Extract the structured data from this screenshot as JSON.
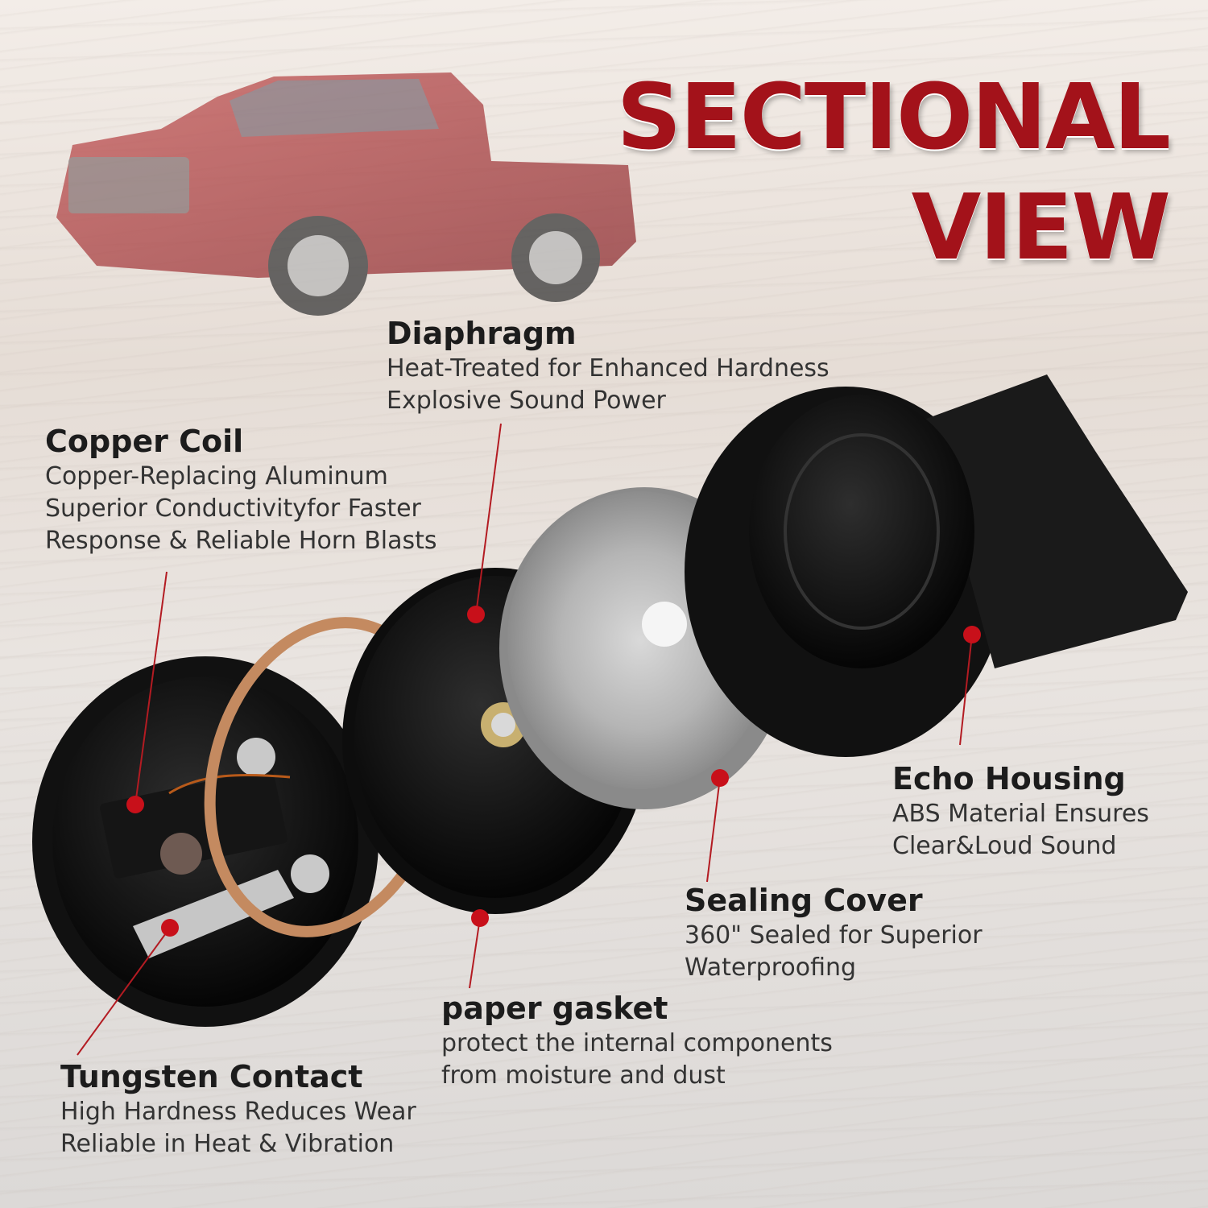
{
  "headline": {
    "line1": "SECTIONAL",
    "line2": "VIEW"
  },
  "colors": {
    "accent_red": "#a3121a",
    "dot_red": "#c8101a",
    "text_dark": "#1c1c1c"
  },
  "callouts": {
    "diaphragm": {
      "title": "Diaphragm",
      "lines": [
        "Heat-Treated for Enhanced Hardness",
        "Explosive Sound Power"
      ]
    },
    "copper_coil": {
      "title": "Copper Coil",
      "lines": [
        "Copper-Replacing Aluminum",
        "Superior Conductivityfor Faster",
        "Response & Reliable Horn Blasts"
      ]
    },
    "echo_housing": {
      "title": "Echo Housing",
      "lines": [
        "ABS Material Ensures",
        "Clear&Loud Sound"
      ]
    },
    "sealing_cover": {
      "title": "Sealing Cover",
      "lines": [
        "360\" Sealed for Superior",
        "Waterproofing"
      ]
    },
    "paper_gasket": {
      "title": "paper gasket",
      "lines": [
        "protect the internal components",
        "from moisture and dust"
      ]
    },
    "tungsten_contact": {
      "title": "Tungsten Contact",
      "lines": [
        "High Hardness Reduces Wear",
        "Reliable in Heat & Vibration"
      ]
    }
  }
}
